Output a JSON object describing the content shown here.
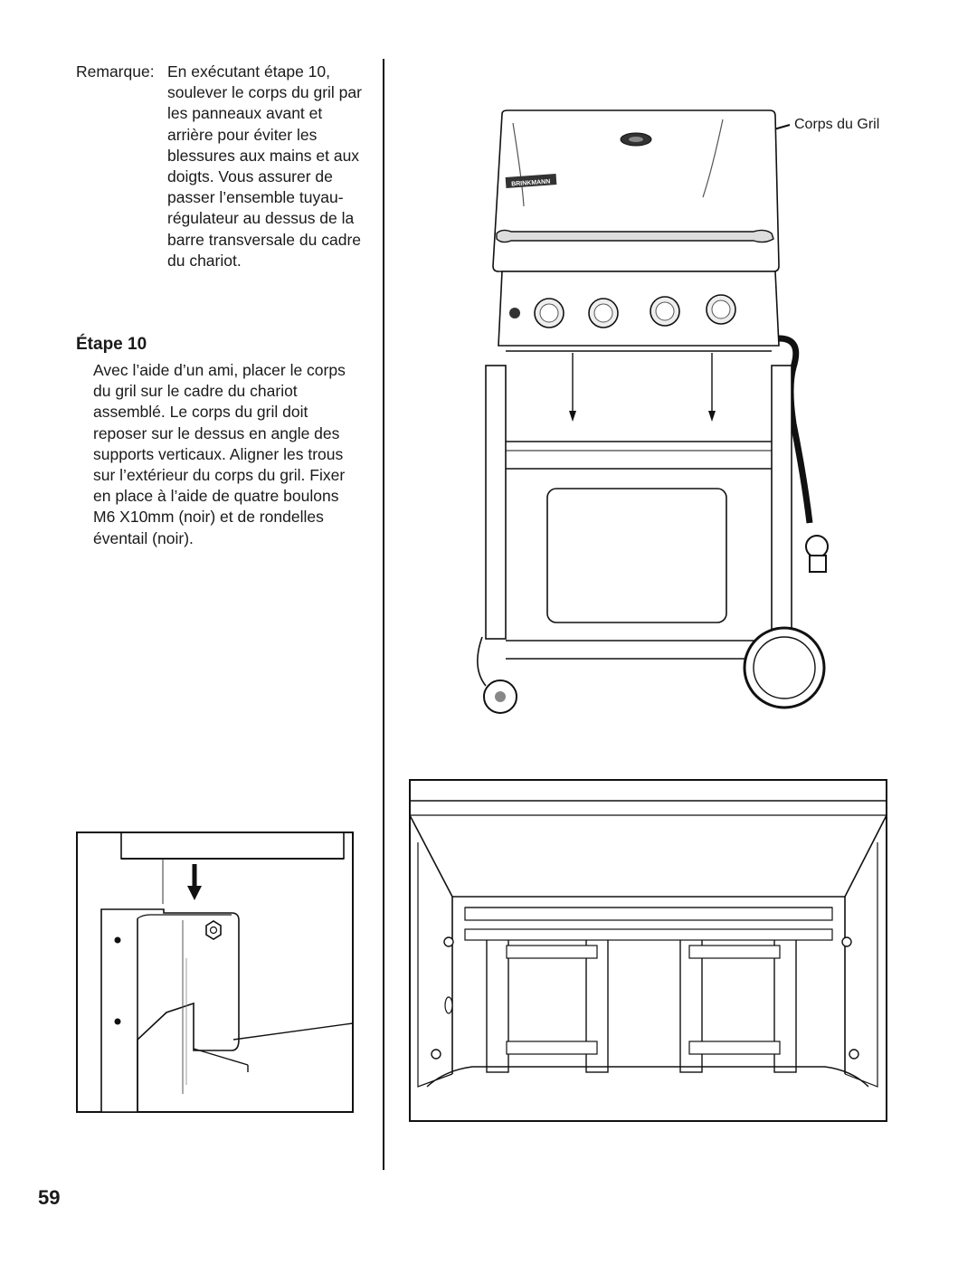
{
  "note": {
    "label": "Remarque:",
    "text": "En exécutant étape 10, soulever le corps du gril par les panneaux avant et arrière pour éviter les blessures aux mains et aux doigts. Vous assurer de passer l’ensemble tuyau-régulateur au dessus de la barre transversale du cadre du chariot."
  },
  "step": {
    "title": "Étape 10",
    "text": "Avec l’aide d’un ami, placer le corps du gril sur le cadre du chariot assemblé. Le corps du gril doit reposer sur le dessus en angle des supports verticaux. Aligner les trous sur l’extérieur du corps du gril. Fixer en place à l’aide de quatre boulons M6 X10mm (noir) et de rondelles éventail (noir)."
  },
  "figure": {
    "callout_label": "Corps du Gril",
    "brand_logo_text": "BRINKMANN"
  },
  "page_number": "59"
}
